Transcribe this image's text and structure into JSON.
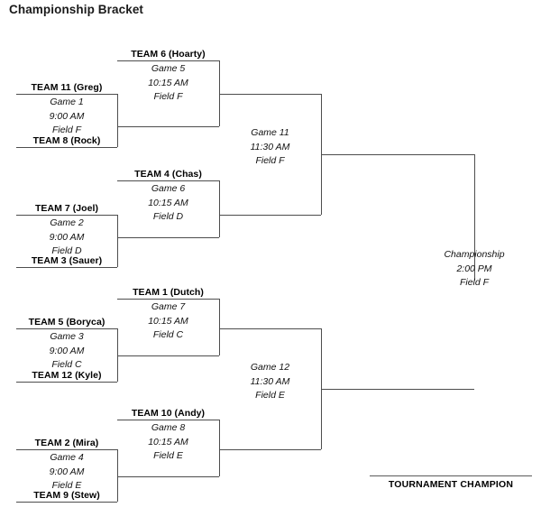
{
  "title": "Championship Bracket",
  "bracket": {
    "round1": [
      {
        "id": "game-1",
        "top_team": "TEAM 11 (Greg)",
        "bottom_team": "TEAM 8 (Rock)",
        "game": "Game 1",
        "time": "9:00 AM",
        "field": "Field F"
      },
      {
        "id": "game-2",
        "top_team": "TEAM 7 (Joel)",
        "bottom_team": "TEAM 3 (Sauer)",
        "game": "Game 2",
        "time": "9:00 AM",
        "field": "Field D"
      },
      {
        "id": "game-3",
        "top_team": "TEAM 5 (Boryca)",
        "bottom_team": "TEAM 12 (Kyle)",
        "game": "Game 3",
        "time": "9:00 AM",
        "field": "Field C"
      },
      {
        "id": "game-4",
        "top_team": "TEAM 2 (Mira)",
        "bottom_team": "TEAM 9 (Stew)",
        "game": "Game 4",
        "time": "9:00 AM",
        "field": "Field E"
      }
    ],
    "round2": [
      {
        "id": "game-5",
        "top_team": "TEAM 6 (Hoarty)",
        "game": "Game 5",
        "time": "10:15 AM",
        "field": "Field F"
      },
      {
        "id": "game-6",
        "top_team": "TEAM 4 (Chas)",
        "game": "Game 6",
        "time": "10:15 AM",
        "field": "Field D"
      },
      {
        "id": "game-7",
        "top_team": "TEAM 1 (Dutch)",
        "game": "Game 7",
        "time": "10:15 AM",
        "field": "Field C"
      },
      {
        "id": "game-8",
        "top_team": "TEAM 10 (Andy)",
        "game": "Game 8",
        "time": "10:15 AM",
        "field": "Field E"
      }
    ],
    "round3": [
      {
        "id": "game-11",
        "game": "Game 11",
        "time": "11:30 AM",
        "field": "Field F"
      },
      {
        "id": "game-12",
        "game": "Game 12",
        "time": "11:30 AM",
        "field": "Field E"
      }
    ],
    "final": {
      "id": "championship",
      "game": "Championship",
      "time": "2:00 PM",
      "field": "Field F"
    },
    "champion_slot_label": "TOURNAMENT CHAMPION"
  },
  "colors": {
    "line": "#5a5a5a",
    "text": "#000000",
    "title": "#1a1a1a",
    "background": "#ffffff"
  }
}
